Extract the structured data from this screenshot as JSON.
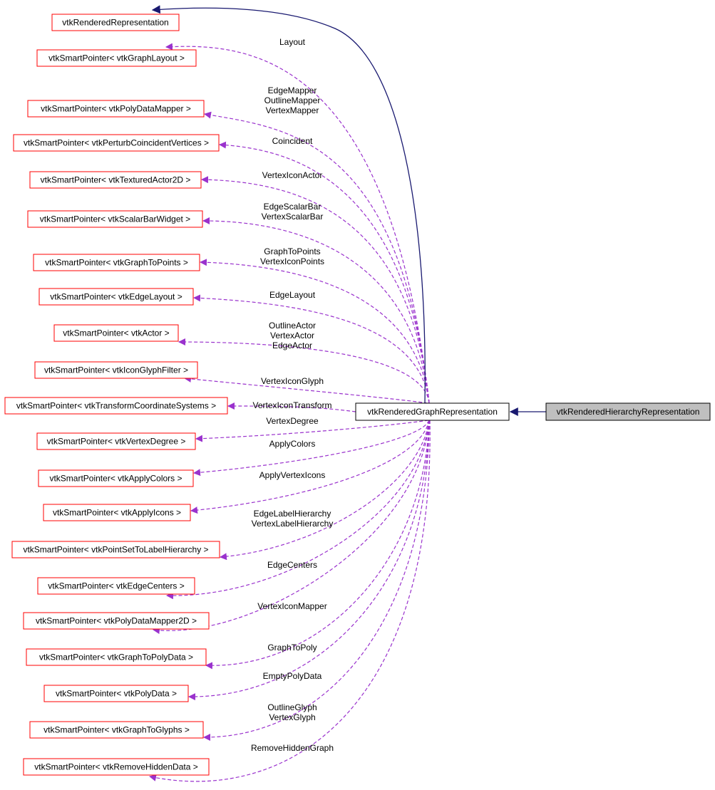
{
  "colors": {
    "node_border": "#ff0000",
    "focus_border": "#000000",
    "focus_fill": "#bfbfbf",
    "inherit_edge": "#191970",
    "member_edge": "#9a32cd"
  },
  "diagram": {
    "nodes": [
      {
        "id": "base",
        "label": "vtkRenderedRepresentation"
      },
      {
        "id": "layout",
        "label": "vtkSmartPointer< vtkGraphLayout >"
      },
      {
        "id": "pdm",
        "label": "vtkSmartPointer< vtkPolyDataMapper >"
      },
      {
        "id": "perturb",
        "label": "vtkSmartPointer< vtkPerturbCoincidentVertices >"
      },
      {
        "id": "textured",
        "label": "vtkSmartPointer< vtkTexturedActor2D >"
      },
      {
        "id": "scalarbar",
        "label": "vtkSmartPointer< vtkScalarBarWidget >"
      },
      {
        "id": "g2p",
        "label": "vtkSmartPointer< vtkGraphToPoints >"
      },
      {
        "id": "edgelayout",
        "label": "vtkSmartPointer< vtkEdgeLayout >"
      },
      {
        "id": "actor",
        "label": "vtkSmartPointer< vtkActor >"
      },
      {
        "id": "iconglyph",
        "label": "vtkSmartPointer< vtkIconGlyphFilter >"
      },
      {
        "id": "transform",
        "label": "vtkSmartPointer< vtkTransformCoordinateSystems >"
      },
      {
        "id": "vdegree",
        "label": "vtkSmartPointer< vtkVertexDegree >"
      },
      {
        "id": "applycolors",
        "label": "vtkSmartPointer< vtkApplyColors >"
      },
      {
        "id": "applyicons",
        "label": "vtkSmartPointer< vtkApplyIcons >"
      },
      {
        "id": "ps2lh",
        "label": "vtkSmartPointer< vtkPointSetToLabelHierarchy >"
      },
      {
        "id": "edgecenters",
        "label": "vtkSmartPointer< vtkEdgeCenters >"
      },
      {
        "id": "pdm2d",
        "label": "vtkSmartPointer< vtkPolyDataMapper2D >"
      },
      {
        "id": "g2pd",
        "label": "vtkSmartPointer< vtkGraphToPolyData >"
      },
      {
        "id": "polydata",
        "label": "vtkSmartPointer< vtkPolyData >"
      },
      {
        "id": "g2g",
        "label": "vtkSmartPointer< vtkGraphToGlyphs >"
      },
      {
        "id": "rhd",
        "label": "vtkSmartPointer< vtkRemoveHiddenData >"
      },
      {
        "id": "rgr",
        "label": "vtkRenderedGraphRepresentation"
      },
      {
        "id": "rhr",
        "label": "vtkRenderedHierarchyRepresentation"
      }
    ],
    "edge_labels": [
      {
        "id": "layout",
        "lines": [
          "Layout"
        ]
      },
      {
        "id": "pdm",
        "lines": [
          "EdgeMapper",
          "OutlineMapper",
          "VertexMapper"
        ]
      },
      {
        "id": "perturb",
        "lines": [
          "Coincident"
        ]
      },
      {
        "id": "textured",
        "lines": [
          "VertexIconActor"
        ]
      },
      {
        "id": "scalarbar",
        "lines": [
          "EdgeScalarBar",
          "VertexScalarBar"
        ]
      },
      {
        "id": "g2p",
        "lines": [
          "GraphToPoints",
          "VertexIconPoints"
        ]
      },
      {
        "id": "edgelayout",
        "lines": [
          "EdgeLayout"
        ]
      },
      {
        "id": "actor",
        "lines": [
          "OutlineActor",
          "VertexActor",
          "EdgeActor"
        ]
      },
      {
        "id": "iconglyph",
        "lines": [
          "VertexIconGlyph"
        ]
      },
      {
        "id": "transform",
        "lines": [
          "VertexIconTransform"
        ]
      },
      {
        "id": "vdegree",
        "lines": [
          "VertexDegree"
        ]
      },
      {
        "id": "applycolors",
        "lines": [
          "ApplyColors"
        ]
      },
      {
        "id": "applyicons",
        "lines": [
          "ApplyVertexIcons"
        ]
      },
      {
        "id": "ps2lh",
        "lines": [
          "EdgeLabelHierarchy",
          "VertexLabelHierarchy"
        ]
      },
      {
        "id": "edgecenters",
        "lines": [
          "EdgeCenters"
        ]
      },
      {
        "id": "pdm2d",
        "lines": [
          "VertexIconMapper"
        ]
      },
      {
        "id": "g2pd",
        "lines": [
          "GraphToPoly"
        ]
      },
      {
        "id": "polydata",
        "lines": [
          "EmptyPolyData"
        ]
      },
      {
        "id": "g2g",
        "lines": [
          "OutlineGlyph",
          "VertexGlyph"
        ]
      },
      {
        "id": "rhd",
        "lines": [
          "RemoveHiddenGraph"
        ]
      }
    ]
  }
}
